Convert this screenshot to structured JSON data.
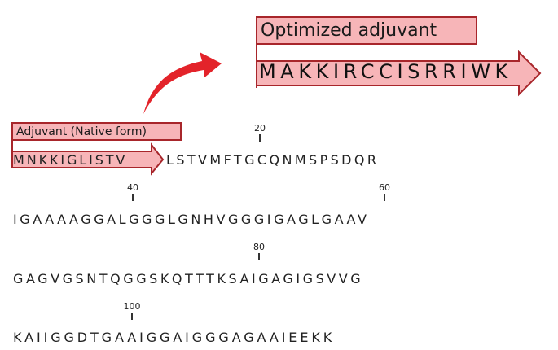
{
  "optimized": {
    "label": "Optimized adjuvant",
    "sequence": "MAKKIRCCISRRIWK"
  },
  "native": {
    "label": "Adjuvant (Native form)",
    "annotated_sequence": "MNKKIGLISTV",
    "row1_rest": "LSTVMFTGCQNMSPSDQR"
  },
  "rows": [
    {
      "text": "IGAAAAGGALGGGLGNHVGGGIGAGLGAAV"
    },
    {
      "text": "GAGVGSNTQGGSKQTTTKSAIGAGIGSVVG"
    },
    {
      "text": "KAIIGGDTGAAIGGAIGGGAGAAIEEKK"
    }
  ],
  "ticks": [
    {
      "label": "20"
    },
    {
      "label": "40"
    },
    {
      "label": "60"
    },
    {
      "label": "80"
    },
    {
      "label": "100"
    }
  ],
  "colors": {
    "feature_fill": "#f7b5b8",
    "feature_border": "#a8262b",
    "transition_arrow": "#e3232a"
  }
}
